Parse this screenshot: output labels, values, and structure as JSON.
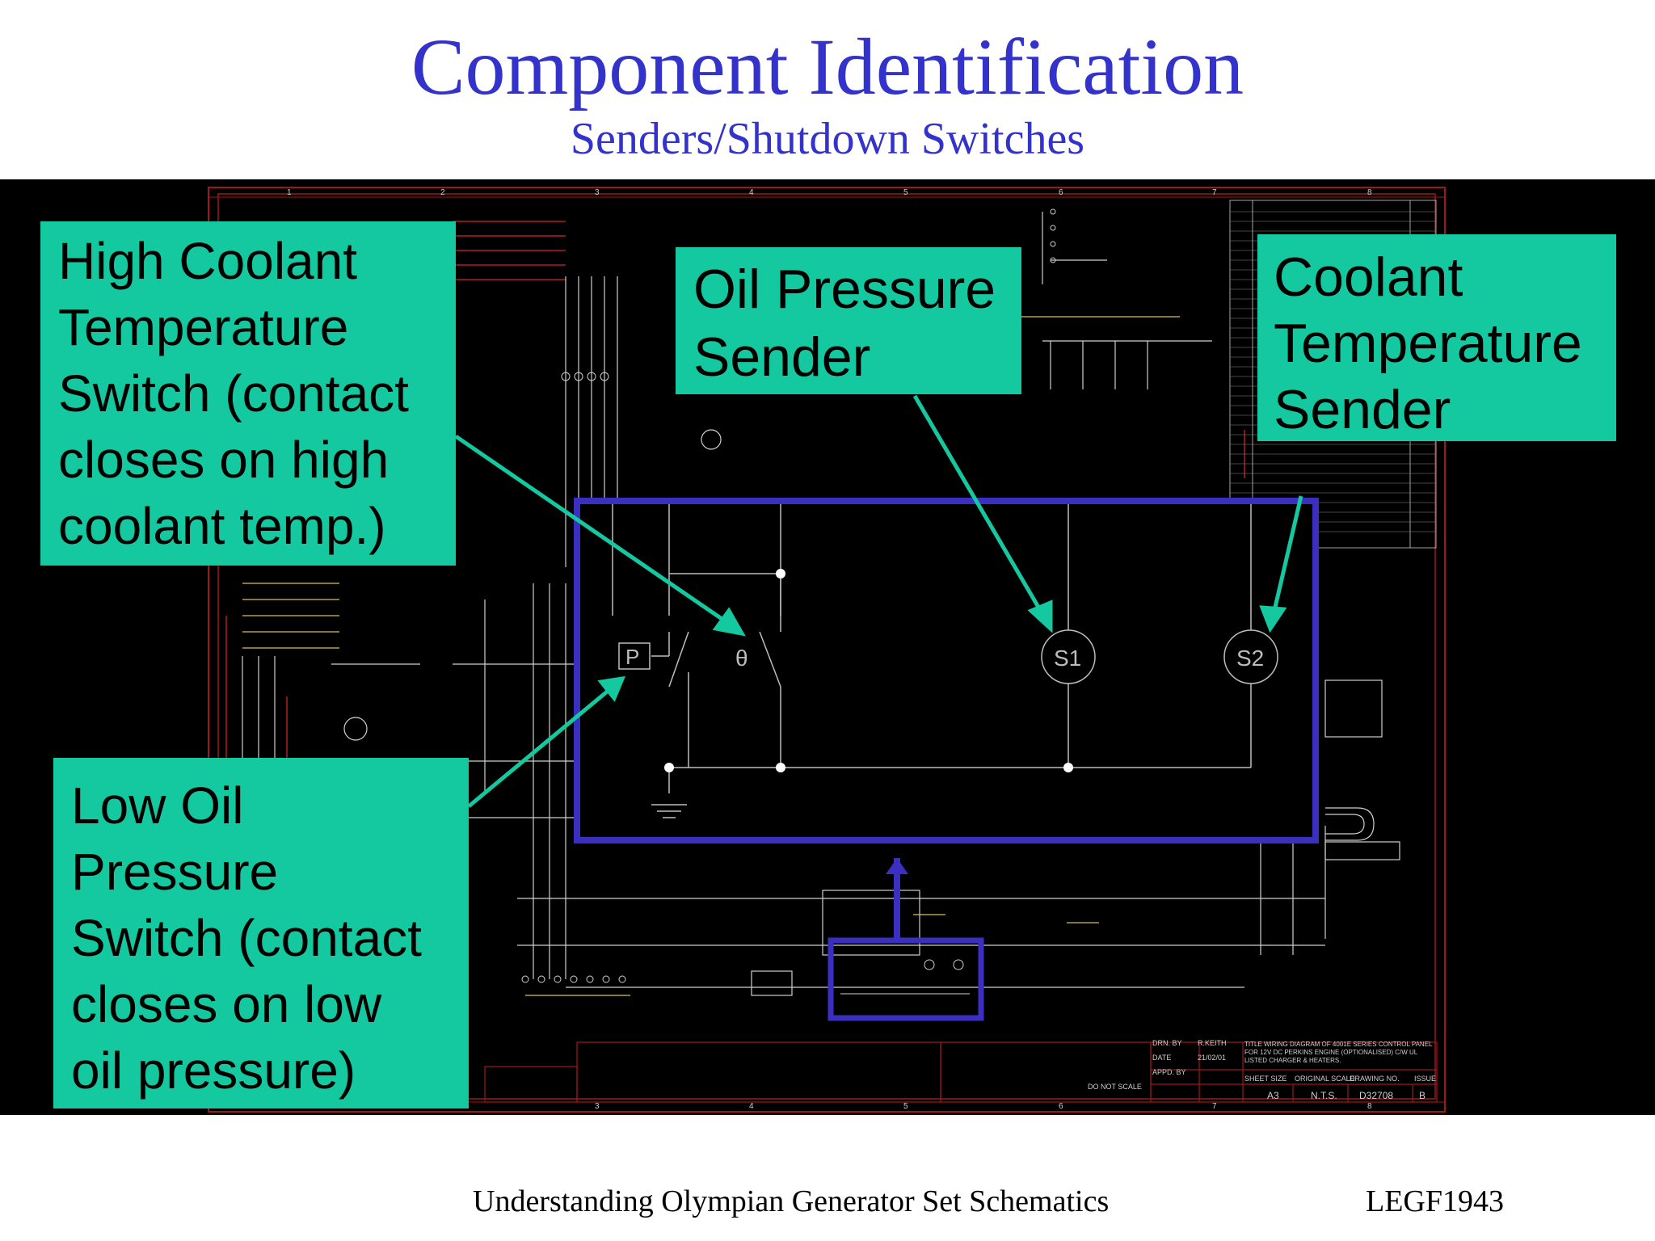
{
  "slide": {
    "title": "Component Identification",
    "subtitle": "Senders/Shutdown Switches",
    "footer_title": "Understanding Olympian Generator Set Schematics",
    "footer_code": "LEGF1943"
  },
  "callouts": {
    "high_coolant_switch": [
      "High Coolant",
      "Temperature",
      "Switch (contact",
      "closes on high",
      "coolant temp.)"
    ],
    "oil_pressure_sender": [
      "Oil Pressure",
      "Sender"
    ],
    "coolant_temp_sender": [
      "Coolant",
      "Temperature",
      "Sender"
    ],
    "low_oil_switch": [
      "Low Oil",
      "Pressure",
      "Switch (contact",
      "closes on low",
      "oil pressure)"
    ]
  },
  "schematic": {
    "symbols": {
      "pressure_switch": "P",
      "temperature_symbol": "θ",
      "sender_1": "S1",
      "sender_2": "S2"
    },
    "grid_numbers": [
      "1",
      "2",
      "3",
      "4",
      "5",
      "6",
      "7",
      "8"
    ],
    "title_block": {
      "title_text": "TITLE WIRING DIAGRAM OF 4001E SERIES CONTROL PANEL FOR 12V DC PERKINS ENGINE (OPTIONALISED) C/W UL LISTED CHARGER & HEATERS.",
      "drn_by_label": "DRN. BY",
      "drn_by_value": "R.KEITH",
      "date_label": "DATE",
      "date_value": "21/02/01",
      "appd_by_label": "APPD. BY",
      "sheet_size_label": "SHEET SIZE",
      "sheet_size_value": "A3",
      "scale_label": "ORIGINAL SCALE",
      "scale_value": "N.T.S.",
      "drawing_no_label": "DRAWING NO.",
      "drawing_no_value": "D32708",
      "issue_label": "ISSUE",
      "issue_value": "B",
      "do_not_scale": "DO NOT SCALE"
    }
  },
  "colors": {
    "title_blue": "#3333cc",
    "callout_green": "#14c8a0",
    "highlight_blue": "#3a2fc0",
    "wire_white": "#cfcfcf",
    "border_red": "#a01818",
    "annotation_yellow": "#d8c440"
  }
}
